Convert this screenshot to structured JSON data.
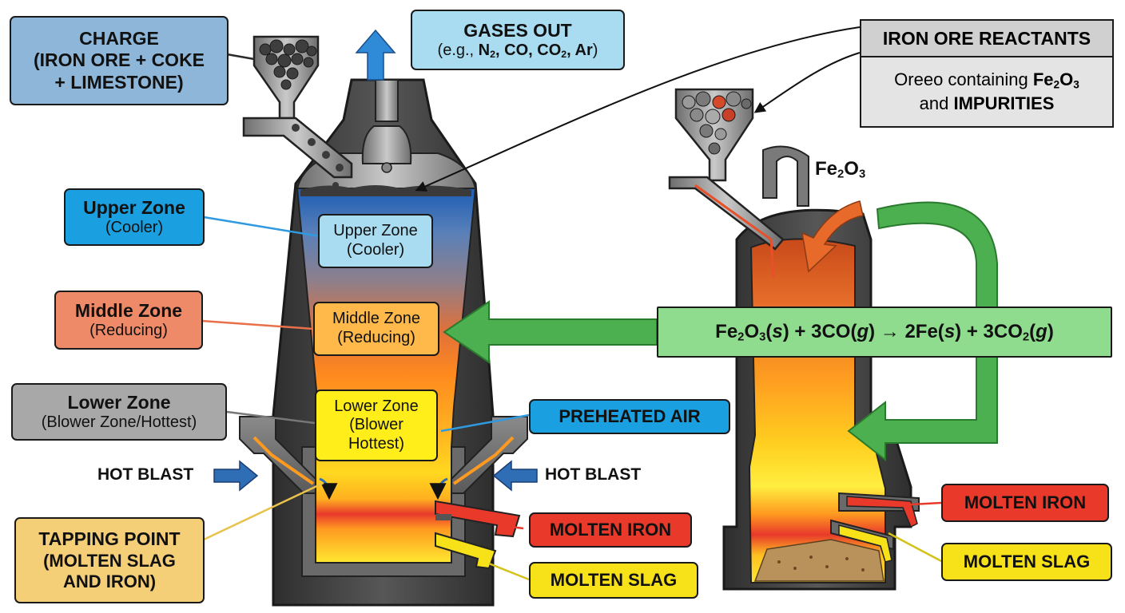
{
  "colors": {
    "furnace_shell": "#3d3d3d",
    "upper_zone": "#2f6db5",
    "middle_zone": "#ff8a1e",
    "lower_zone": "#ffd21a",
    "molten_iron": "#e8392b",
    "molten_slag": "#f7e21a",
    "preheated_air": "#1aa0e0",
    "equation_arrow": "#4caf50",
    "hot_blast_arrow": "#2f6db5"
  },
  "left_furnace": {
    "charge": {
      "line1": "CHARGE",
      "line2": "(IRON ORE + COKE",
      "line3": "+ LIMESTONE)"
    },
    "gases_out": {
      "title": "GASES OUT"
    },
    "upper_zone_outside": {
      "title": "Upper Zone",
      "sub": "(Cooler)"
    },
    "upper_zone_inside": {
      "title": "Upper Zone",
      "sub": "(Cooler)"
    },
    "middle_zone_outside": {
      "title": "Middle Zone",
      "sub": "(Reducing)"
    },
    "middle_zone_inside": {
      "title": "Middle Zone",
      "sub": "(Reducing)"
    },
    "lower_zone_outside": {
      "title": "Lower Zone",
      "sub": "(Blower Zone/Hottest)"
    },
    "lower_zone_inside": {
      "line1": "Lower Zone",
      "line2": "(Blower",
      "line3": "Hottest)"
    },
    "preheated_air": "PREHEATED AIR",
    "hot_blast_left": "HOT BLAST",
    "hot_blast_right": "HOT BLAST",
    "tapping_point": {
      "line1": "TAPPING POINT",
      "line2": "(MOLTEN SLAG",
      "line3": "AND IRON)"
    },
    "molten_iron": "MOLTEN IRON",
    "molten_slag": "MOLTEN SLAG"
  },
  "right_furnace": {
    "reactants": {
      "header": "IRON ORE REACTANTS",
      "text_prefix": "Oreeo containing",
      "text_and": "and",
      "text_impurities": "IMPURITIES"
    },
    "molten_iron": "MOLTEN IRON",
    "molten_slag": "MOLTEN SLAG"
  }
}
